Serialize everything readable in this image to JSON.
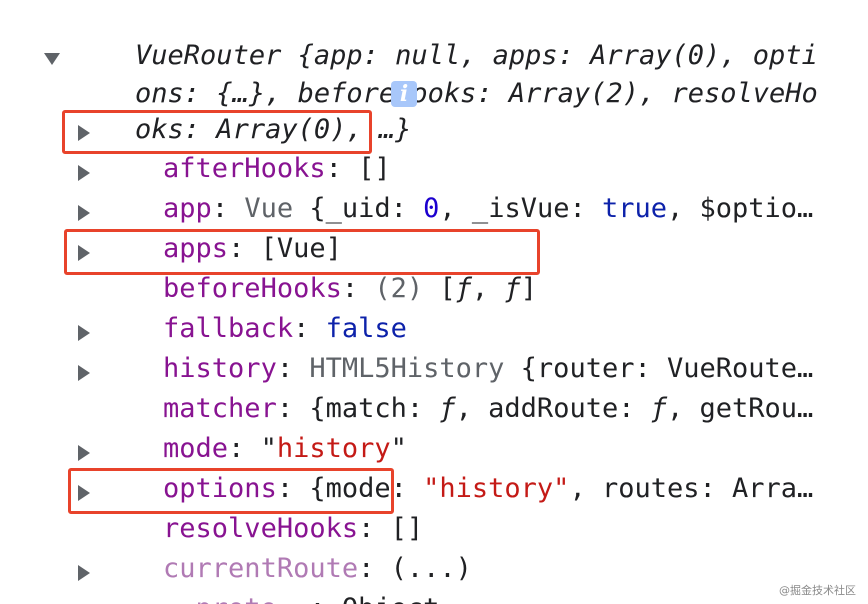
{
  "header": {
    "line1": "VueRouter {app: null, apps: Array(0), opti",
    "line2": "ons: {…}, beforeHooks: Array(2), resolveHo",
    "line3": "oks: Array(0), …}",
    "info_label": "i"
  },
  "properties": [
    {
      "key": "afterHooks",
      "sep": ": ",
      "value": "[]"
    },
    {
      "key": "app",
      "sep": ": ",
      "cls": "Vue ",
      "p1": "{_uid: ",
      "num": "0",
      "p2": ", _isVue: ",
      "bool": "true",
      "p3": ", $optio…"
    },
    {
      "key": "apps",
      "sep": ": ",
      "value": "[Vue]"
    },
    {
      "key": "beforeHooks",
      "sep": ": ",
      "count": "(2) ",
      "value": "[",
      "f1": "ƒ",
      "mid": ", ",
      "f2": "ƒ",
      "end": "]"
    },
    {
      "key": "fallback",
      "sep": ": ",
      "bool": "false"
    },
    {
      "key": "history",
      "sep": ": ",
      "cls": "HTML5History ",
      "value": "{router: VueRoute…"
    },
    {
      "key": "matcher",
      "sep": ": ",
      "p1": "{match: ",
      "f1": "ƒ",
      "p2": ", addRoute: ",
      "f2": "ƒ",
      "p3": ", getRou…"
    },
    {
      "key": "mode",
      "sep": ": ",
      "q1": "\"",
      "str": "history",
      "q2": "\""
    },
    {
      "key": "options",
      "sep": ": ",
      "p1": "{mode: ",
      "str": "\"history\"",
      "p2": ", routes: Arra…"
    },
    {
      "key": "resolveHooks",
      "sep": ": ",
      "value": "[]"
    },
    {
      "key": "currentRoute",
      "sep": ": ",
      "value": "(...)"
    },
    {
      "key": "__proto__",
      "sep": ": ",
      "value": "Object"
    }
  ],
  "watermark": "@掘金技术社区",
  "colors": {
    "key": "#881391",
    "number": "#1c00cf",
    "boolean": "#0d22aa",
    "string": "#c41a16",
    "highlight_border": "#e8432b"
  }
}
